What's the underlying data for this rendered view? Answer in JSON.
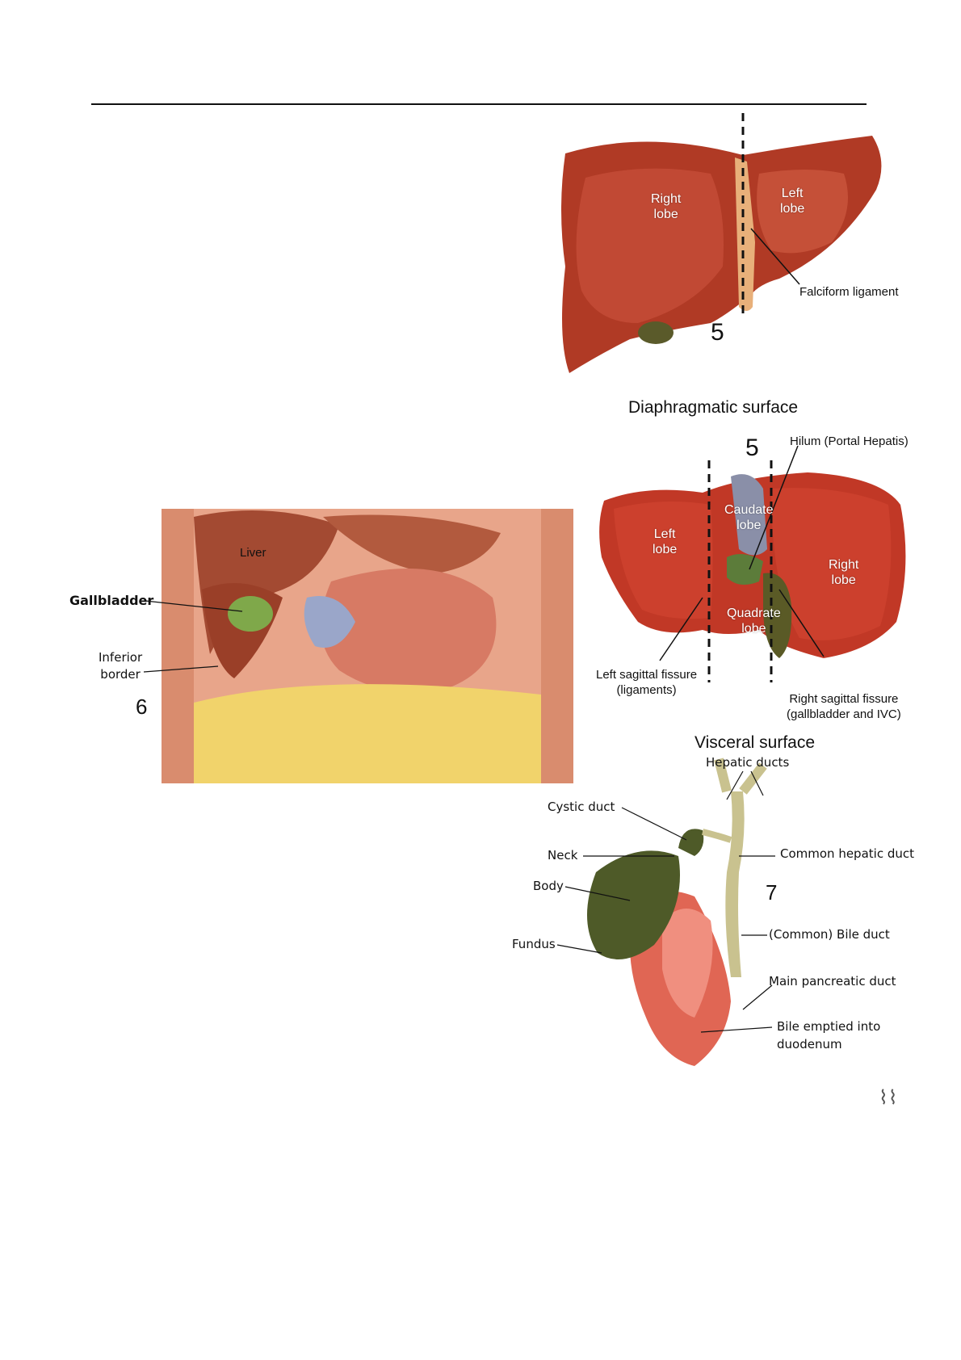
{
  "figure5_top": {
    "right_lobe": "Right\nlobe",
    "left_lobe": "Left\nlobe",
    "falciform": "Falciform ligament",
    "number": "5",
    "caption": "Diaphragmatic surface"
  },
  "figure5_bottom": {
    "hilum": "Hilum (Portal Hepatis)",
    "number": "5",
    "left_lobe": "Left\nlobe",
    "caudate": "Caudate\nlobe",
    "right_lobe": "Right\nlobe",
    "quadrate": "Quadrate\nlobe",
    "left_fissure": "Left sagittal fissure\n(ligaments)",
    "right_fissure": "Right sagittal fissure\n(gallbladder and IVC)",
    "caption": "Visceral surface"
  },
  "figure6": {
    "liver": "Liver",
    "gallbladder": "Gallbladder",
    "inferior_border": "Inferior\nborder",
    "number": "6"
  },
  "figure7": {
    "hepatic_ducts": "Hepatic ducts",
    "cystic_duct": "Cystic duct",
    "neck": "Neck",
    "common_hepatic": "Common hepatic duct",
    "body": "Body",
    "number": "7",
    "fundus": "Fundus",
    "bile_duct": "(Common) Bile duct",
    "pancreatic_duct": "Main pancreatic duct",
    "bile_emptied": "Bile emptied into\nduodenum"
  },
  "colors": {
    "liver": "#b33a26",
    "liver_light": "#d45a3e",
    "gallbladder": "#4f5a2a",
    "duct": "#c9c28f",
    "duodenum": "#e0655a"
  }
}
